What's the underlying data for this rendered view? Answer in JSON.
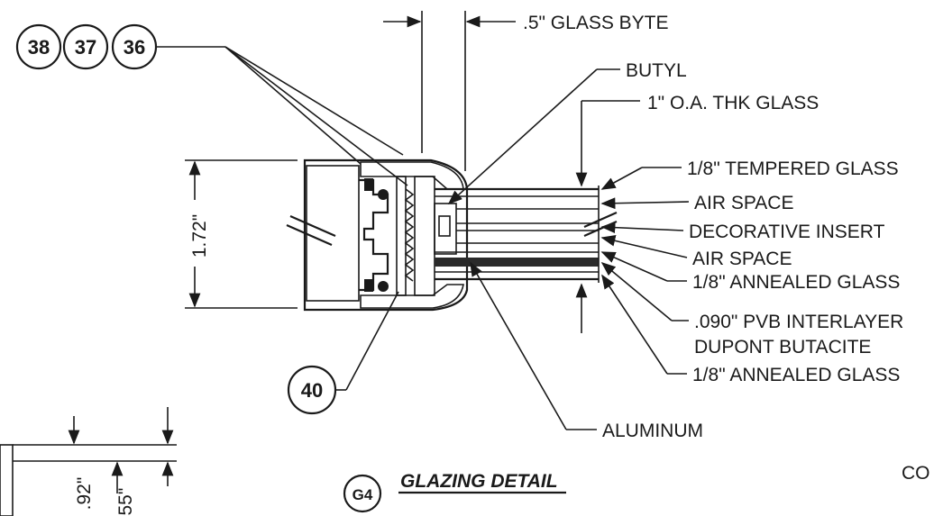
{
  "callouts": {
    "c38": "38",
    "c37": "37",
    "c36": "36",
    "c40": "40",
    "g4": "G4"
  },
  "title": "GLAZING DETAIL",
  "dimensions": {
    "glass_byte": ".5\" GLASS BYTE",
    "height": "1.72\"",
    "partial_a": ".92\"",
    "partial_b": ".55\""
  },
  "labels": {
    "butyl": "BUTYL",
    "oa_thk_glass": "1\" O.A. THK GLASS",
    "tempered_glass": "1/8\" TEMPERED GLASS",
    "air_space_1": "AIR SPACE",
    "decorative_insert": "DECORATIVE INSERT",
    "air_space_2": "AIR SPACE",
    "annealed_glass_1": "1/8\" ANNEALED GLASS",
    "pvb_interlayer": ".090\" PVB INTERLAYER",
    "dupont_butacite": "DUPONT BUTACITE",
    "annealed_glass_2": "1/8\" ANNEALED GLASS",
    "aluminum": "ALUMINUM",
    "partial_text": "CO"
  }
}
